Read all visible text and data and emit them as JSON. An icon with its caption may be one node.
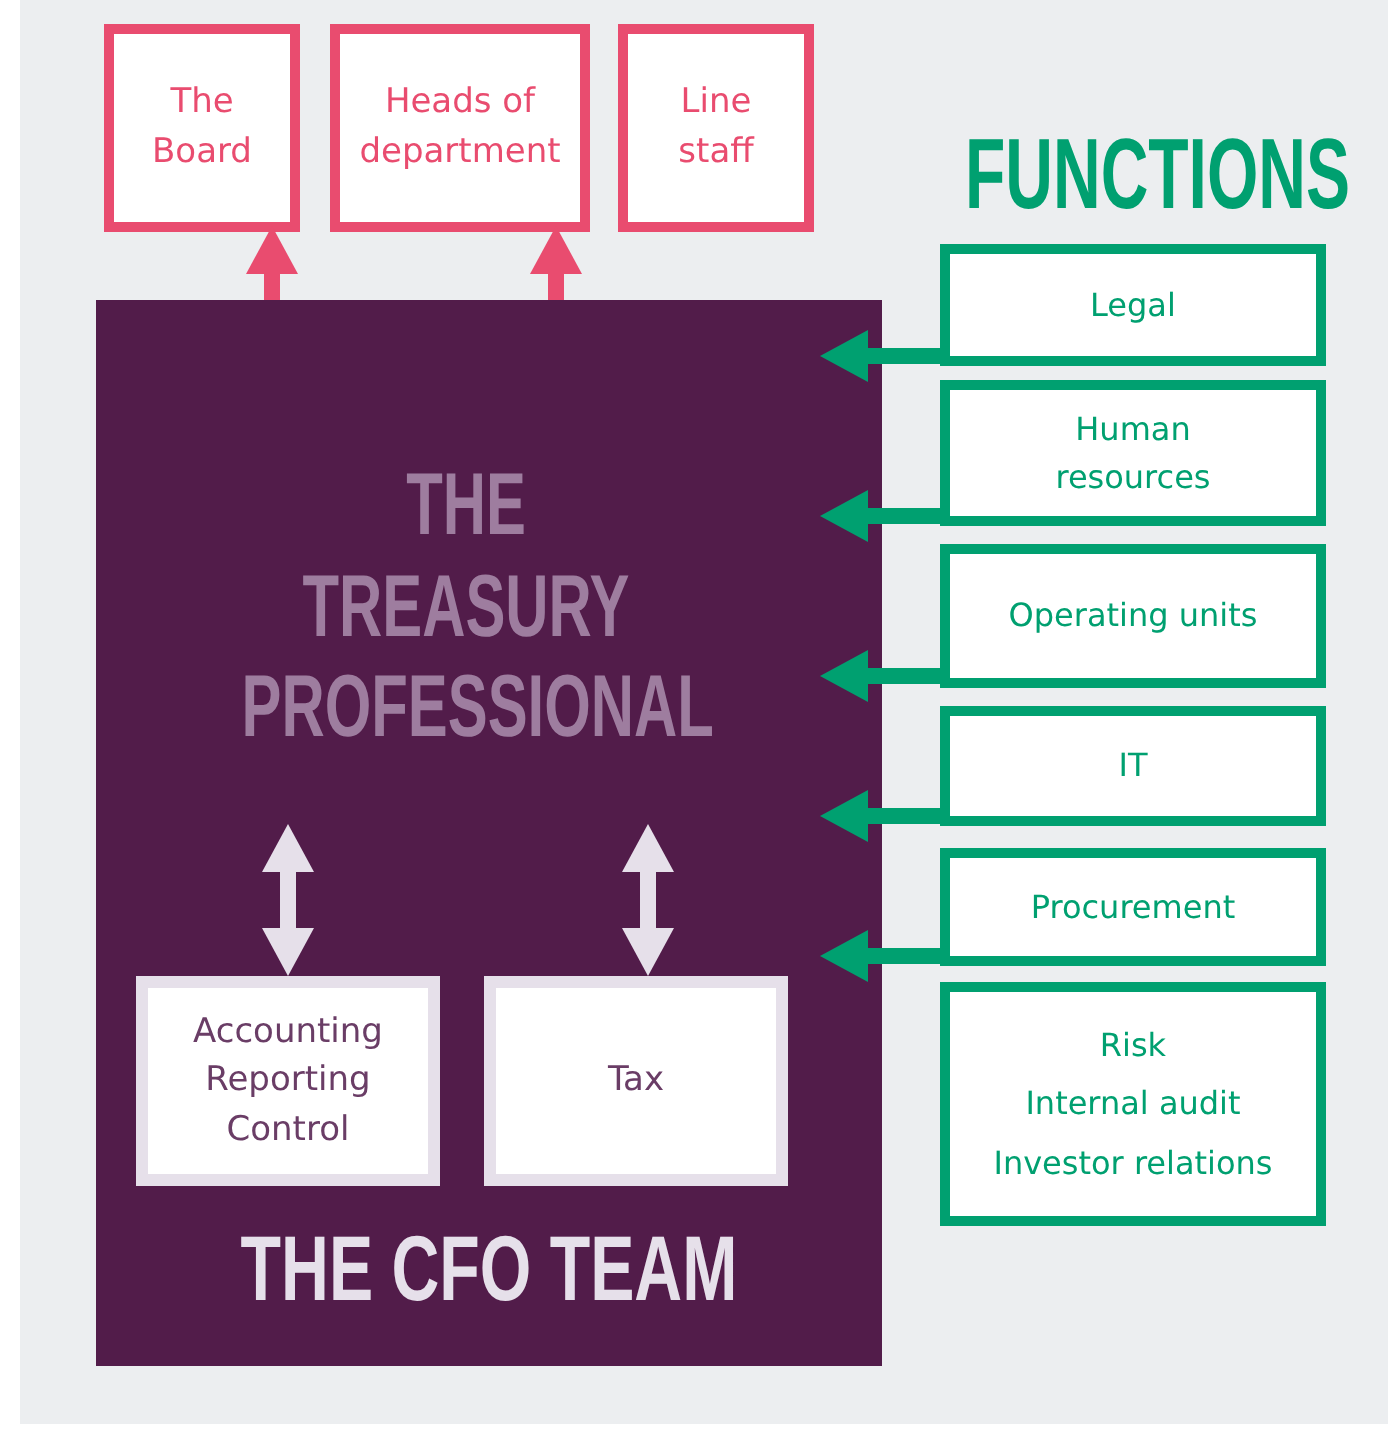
{
  "diagram": {
    "nodes": [
      {
        "text": [
          "The Board"
        ]
      },
      {
        "text": [
          "Heads of department"
        ]
      },
      {
        "text": [
          "Line staff"
        ]
      },
      {
        "text": [
          "THE CFO TEAM"
        ]
      },
      {
        "text": [
          "THE TREASURY PROFESSIONAL"
        ],
        "in": 3
      },
      {
        "text": [
          "Accounting Reporting Control"
        ],
        "in": 3
      },
      {
        "text": [
          "Tax"
        ],
        "in": 3
      },
      {
        "text": [
          "Legal"
        ]
      },
      {
        "text": [
          "Human resources"
        ]
      },
      {
        "text": [
          "Operating units"
        ]
      },
      {
        "text": [
          "IT"
        ]
      },
      {
        "text": [
          "Procurement"
        ]
      },
      {
        "text": [
          "Risk",
          "Internal audit",
          "Investor relations"
        ]
      }
    ],
    "edges": [
      {
        "from": 3,
        "to": 0,
        "arrow": "to",
        "color": "#e94c6f"
      },
      {
        "from": 3,
        "to": 1,
        "arrow": "to",
        "color": "#e94c6f"
      },
      {
        "from": 7,
        "to": 3,
        "arrow": "to"
      },
      {
        "from": 8,
        "to": 3,
        "arrow": "to"
      },
      {
        "from": 9,
        "to": 3,
        "arrow": "to"
      },
      {
        "from": 10,
        "to": 3,
        "arrow": "to"
      },
      {
        "from": 11,
        "to": 3,
        "arrow": "to"
      },
      {
        "from": 5,
        "to": 4,
        "arrow": "both",
        "color": "#e6e0ea"
      },
      {
        "from": 6,
        "to": 4,
        "arrow": "both",
        "color": "#e6e0ea"
      }
    ],
    "labels": [
      "FUNCTIONS"
    ]
  }
}
